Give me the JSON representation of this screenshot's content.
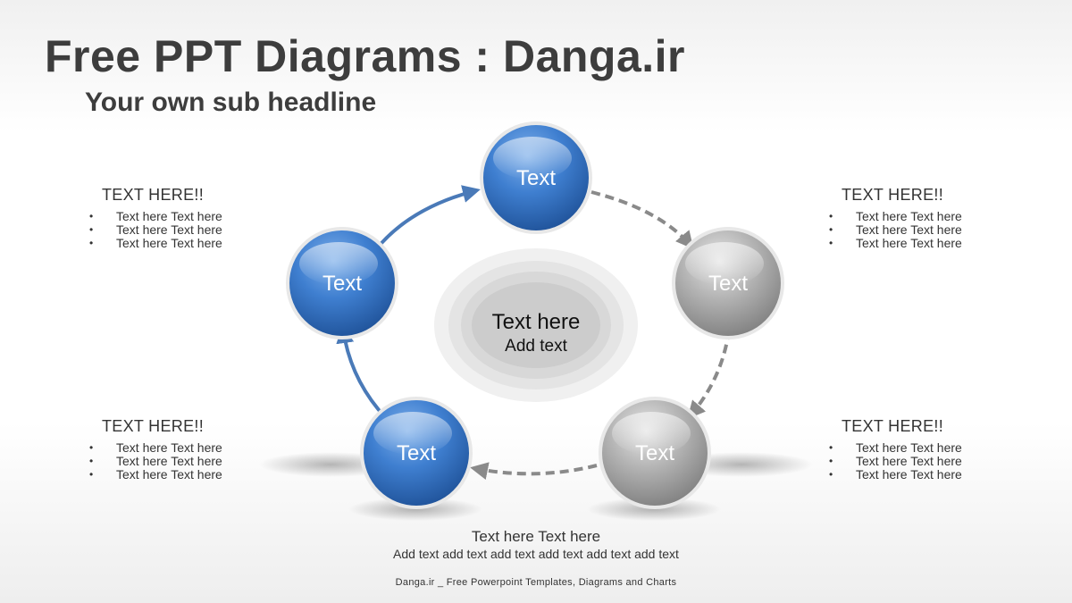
{
  "header": {
    "title": "Free PPT Diagrams : Danga.ir",
    "subtitle": "Your own sub headline"
  },
  "colors": {
    "blue": "#2f6cb5",
    "gray": "#9a9a9a",
    "arrow_blue": "#4a7ab8",
    "arrow_gray": "#8a8a8a"
  },
  "cycle": {
    "nodes": [
      {
        "label": "Text",
        "color": "blue"
      },
      {
        "label": "Text",
        "color": "gray"
      },
      {
        "label": "Text",
        "color": "gray"
      },
      {
        "label": "Text",
        "color": "blue"
      },
      {
        "label": "Text",
        "color": "blue"
      }
    ],
    "center": {
      "title": "Text here",
      "subtitle": "Add text"
    }
  },
  "notes": {
    "top_left": {
      "title": "TEXT HERE!!",
      "items": [
        "Text here Text here",
        "Text here Text here",
        "Text here Text here"
      ]
    },
    "top_right": {
      "title": "TEXT HERE!!",
      "items": [
        "Text here Text here",
        "Text here Text here",
        "Text here Text here"
      ]
    },
    "bottom_left": {
      "title": "TEXT HERE!!",
      "items": [
        "Text here Text here",
        "Text here Text here",
        "Text here Text here"
      ]
    },
    "bottom_right": {
      "title": "TEXT HERE!!",
      "items": [
        "Text here Text here",
        "Text here Text here",
        "Text here Text here"
      ]
    }
  },
  "caption": {
    "title": "Text here Text here",
    "body": "Add text add text add text add text add text add text"
  },
  "footer": "Danga.ir _ Free Powerpoint Templates, Diagrams and Charts"
}
